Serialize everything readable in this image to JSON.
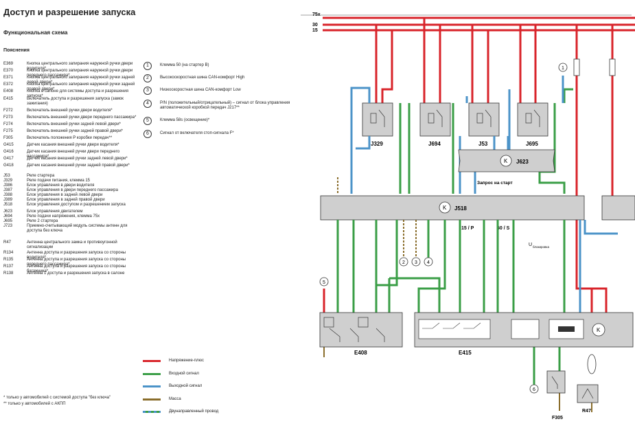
{
  "title": "Доступ и разрешение запуска",
  "subtitle": "Функциональная схема",
  "section": "Пояснения",
  "legend": [
    {
      "code": "E369",
      "desc": "Кнопка центрального запирания наружной ручки двери водителя*"
    },
    {
      "code": "E370",
      "desc": "Кнопка центрального запирания наружной ручки двери переднего пассажира*"
    },
    {
      "code": "E371",
      "desc": "Кнопка центрального запирания наружной ручки задней левой двери*"
    },
    {
      "code": "E372",
      "desc": "Кнопка центрального запирания наружной ручки задней правой двери*"
    },
    {
      "code": "E408",
      "desc": "Кнопка в салоне для системы доступа и разрешения запуска*"
    },
    {
      "code": "E415",
      "desc": "Включатель доступа и разрешения запуска (замок зажигания)"
    },
    {
      "code": "F272",
      "desc": "Включатель внешней ручки двери водителя*"
    },
    {
      "code": "F273",
      "desc": "Включатель внешней ручки двери переднего пассажира*"
    },
    {
      "code": "F274",
      "desc": "Включатель внешней ручки задней левой двери*"
    },
    {
      "code": "F275",
      "desc": "Включатель внешней ручки задней правой двери*"
    },
    {
      "code": "F305",
      "desc": "Включатель положения P коробки передач**"
    },
    {
      "code": "G415",
      "desc": "Датчик касания внешней ручки двери водителя*"
    },
    {
      "code": "G416",
      "desc": "Датчик касания внешней ручки двери переднего пассажира*"
    },
    {
      "code": "G417",
      "desc": "Датчик касания внешней ручки задней левой двери*"
    },
    {
      "code": "G418",
      "desc": "Датчик касания внешней ручки задней правой двери*"
    },
    {
      "code": "J53",
      "desc": "Реле стартера"
    },
    {
      "code": "J329",
      "desc": "Реле подачи питания, клемма 15"
    },
    {
      "code": "J386",
      "desc": "Блок управления в двери водителя"
    },
    {
      "code": "J387",
      "desc": "Блок управления в двери переднего пассажира"
    },
    {
      "code": "J388",
      "desc": "Блок управления в задней левой двери"
    },
    {
      "code": "J389",
      "desc": "Блок управления в задней правой двери"
    },
    {
      "code": "J518",
      "desc": "Блок управления доступом и разрешением запуска"
    },
    {
      "code": "J623",
      "desc": "Блок управления двигателем"
    },
    {
      "code": "J694",
      "desc": "Реле подачи напряжения, клемма 75x"
    },
    {
      "code": "J695",
      "desc": "Реле 2 стартера"
    },
    {
      "code": "J723",
      "desc": "Приемно-считывающий модуль системы антенн для доступа без ключа"
    },
    {
      "code": "R47",
      "desc": "Антенна центрального замка и противоугонной сигнализации"
    },
    {
      "code": "R134",
      "desc": "Антенна доступа и разрешения запуска со стороны водителя*"
    },
    {
      "code": "R135",
      "desc": "Антенна доступа и разрешения запуска со стороны переднего пассажира*"
    },
    {
      "code": "R137",
      "desc": "Антенна доступа и разрешения запуска со стороны багажника*"
    },
    {
      "code": "R138",
      "desc": "Антенна 1 доступа и разрешения запуска в салоне"
    }
  ],
  "signals": [
    {
      "num": "1",
      "text": "Клемма 50 (на стартер B)"
    },
    {
      "num": "2",
      "text": "Высокоскоростная шина CAN-комфорт High"
    },
    {
      "num": "3",
      "text": "Низкоскоростная шина CAN-комфорт Low"
    },
    {
      "num": "4",
      "text": "P/N (положительный/отрицательный) – сигнал от блока управления автоматической коробкой передач J217**"
    },
    {
      "num": "5",
      "text": "Клемма 58s (освещение)*"
    },
    {
      "num": "6",
      "text": "Сигнал от включателя стоп-сигнала F*"
    }
  ],
  "wire_legend": [
    {
      "label": "Напряжение-плюс",
      "color": "#d8232a"
    },
    {
      "label": "Входной сигнал",
      "color": "#3a9e46"
    },
    {
      "label": "Выходной сигнал",
      "color": "#4b93c8"
    },
    {
      "label": "Масса",
      "color": "#8a6d2b"
    },
    {
      "label": "Двунаправленный провод",
      "color": "#4b93c8"
    }
  ],
  "notes": [
    "* только у автомобилей с системой доступа \"без ключа\"",
    "** только у автомобилей с АКПП"
  ],
  "diagram": {
    "rails": [
      "75x",
      "30",
      "15"
    ],
    "relays": [
      "J329",
      "J694",
      "J53",
      "J695"
    ],
    "ecu": "J623",
    "main": "J518",
    "start_request": "Запрос на старт",
    "label_15p": "15 / P",
    "label_50s": "50 / S",
    "u_label": "U",
    "u_sub": "блокировка",
    "k": "K",
    "switch_left": "E408",
    "switch_mid": "E415",
    "f305": "F305",
    "r47": "R47",
    "num_labels": [
      "1",
      "2",
      "3",
      "4",
      "5",
      "6"
    ]
  }
}
